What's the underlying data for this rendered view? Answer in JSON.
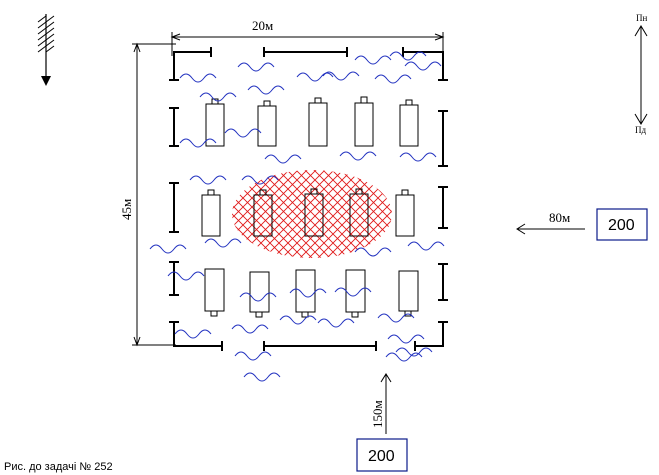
{
  "dimensions": {
    "width_label": "20м",
    "height_label": "45м"
  },
  "compass": {
    "north": "Пн",
    "south": "Пд"
  },
  "sources": [
    {
      "id": "east",
      "distance_label": "80м",
      "value": "200"
    },
    {
      "id": "south",
      "distance_label": "150м",
      "value": "200"
    }
  ],
  "caption": "Рис. до задачі № 252",
  "colors": {
    "wave": "#1f2fbf",
    "hatch": "#e01818",
    "box_border": "#0a1a8a",
    "line": "#000000"
  },
  "icons": {
    "wind": "wind-arrow-icon",
    "compass": "north-south-compass-icon"
  }
}
